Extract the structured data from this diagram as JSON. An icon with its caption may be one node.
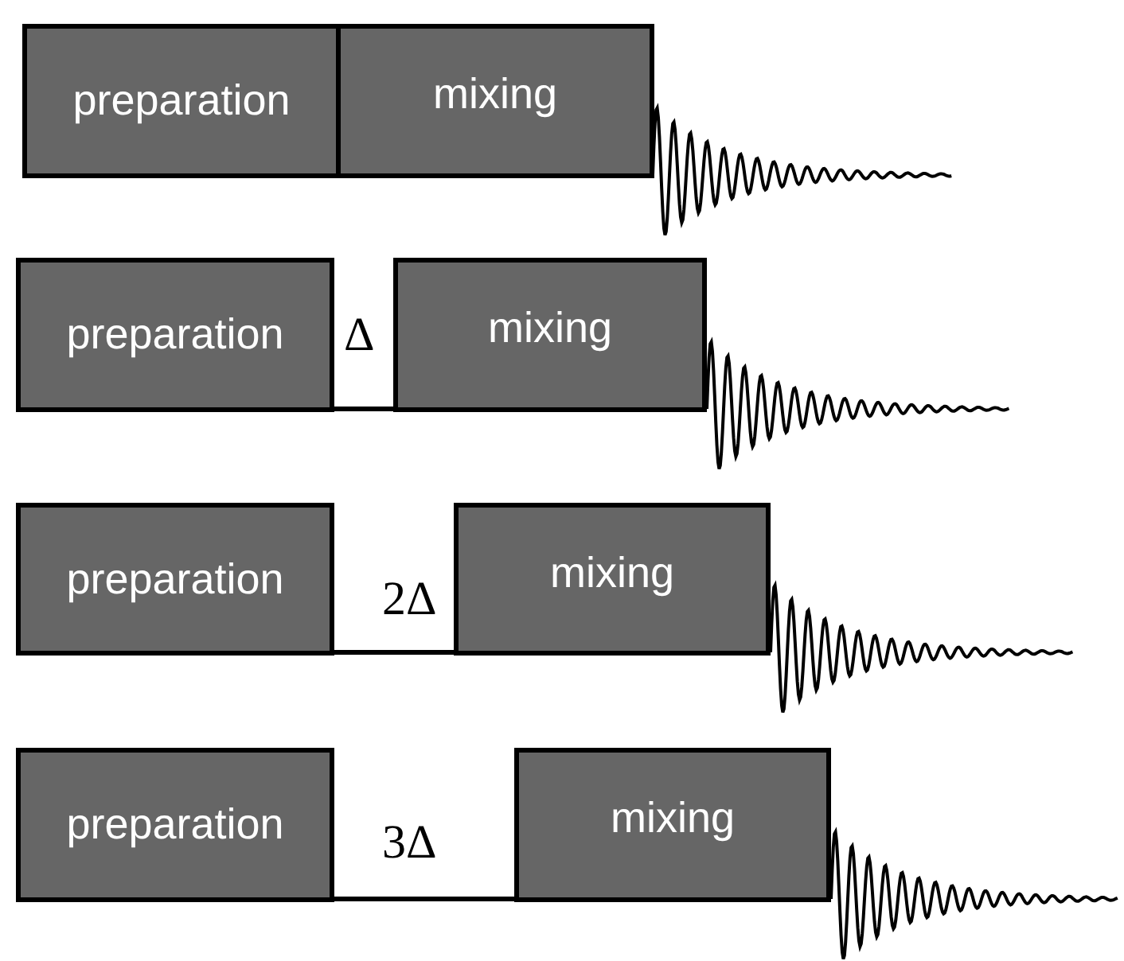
{
  "diagram": {
    "nodes": [
      {
        "text": [
          "preparation"
        ]
      },
      {
        "text": [
          "mixing"
        ]
      },
      {
        "text": [
          "preparation"
        ]
      },
      {
        "text": [
          "mixing"
        ]
      },
      {
        "text": [
          "preparation"
        ]
      },
      {
        "text": [
          "mixing"
        ]
      },
      {
        "text": [
          "preparation"
        ]
      },
      {
        "text": [
          "mixing"
        ]
      }
    ],
    "labels": [
      "Δ",
      "2Δ",
      "3Δ"
    ]
  }
}
